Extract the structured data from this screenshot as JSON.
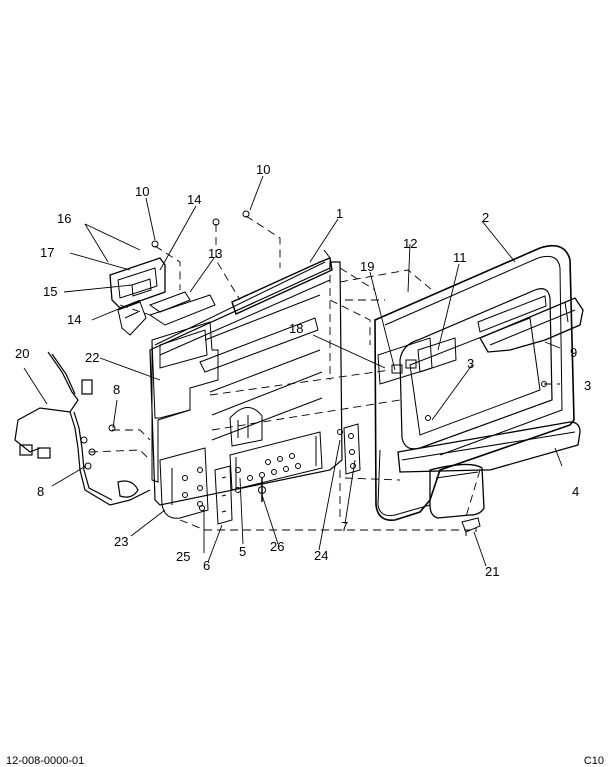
{
  "diagram": {
    "callouts": [
      {
        "id": "c1",
        "text": "1"
      },
      {
        "id": "c2",
        "text": "2"
      },
      {
        "id": "c3a",
        "text": "3"
      },
      {
        "id": "c3b",
        "text": "3"
      },
      {
        "id": "c4",
        "text": "4"
      },
      {
        "id": "c5",
        "text": "5"
      },
      {
        "id": "c6",
        "text": "6"
      },
      {
        "id": "c7",
        "text": "7"
      },
      {
        "id": "c8a",
        "text": "8"
      },
      {
        "id": "c8b",
        "text": "8"
      },
      {
        "id": "c9",
        "text": "9"
      },
      {
        "id": "c10a",
        "text": "10"
      },
      {
        "id": "c10b",
        "text": "10"
      },
      {
        "id": "c11",
        "text": "11"
      },
      {
        "id": "c12",
        "text": "12"
      },
      {
        "id": "c13",
        "text": "13"
      },
      {
        "id": "c14a",
        "text": "14"
      },
      {
        "id": "c14b",
        "text": "14"
      },
      {
        "id": "c15",
        "text": "15"
      },
      {
        "id": "c16",
        "text": "16"
      },
      {
        "id": "c17",
        "text": "17"
      },
      {
        "id": "c18",
        "text": "18"
      },
      {
        "id": "c19",
        "text": "19"
      },
      {
        "id": "c20",
        "text": "20"
      },
      {
        "id": "c21",
        "text": "21"
      },
      {
        "id": "c22",
        "text": "22"
      },
      {
        "id": "c23",
        "text": "23"
      },
      {
        "id": "c24",
        "text": "24"
      },
      {
        "id": "c25",
        "text": "25"
      },
      {
        "id": "c26",
        "text": "26"
      }
    ],
    "footer_left": "12-008-0000-01",
    "footer_right": "C10"
  }
}
